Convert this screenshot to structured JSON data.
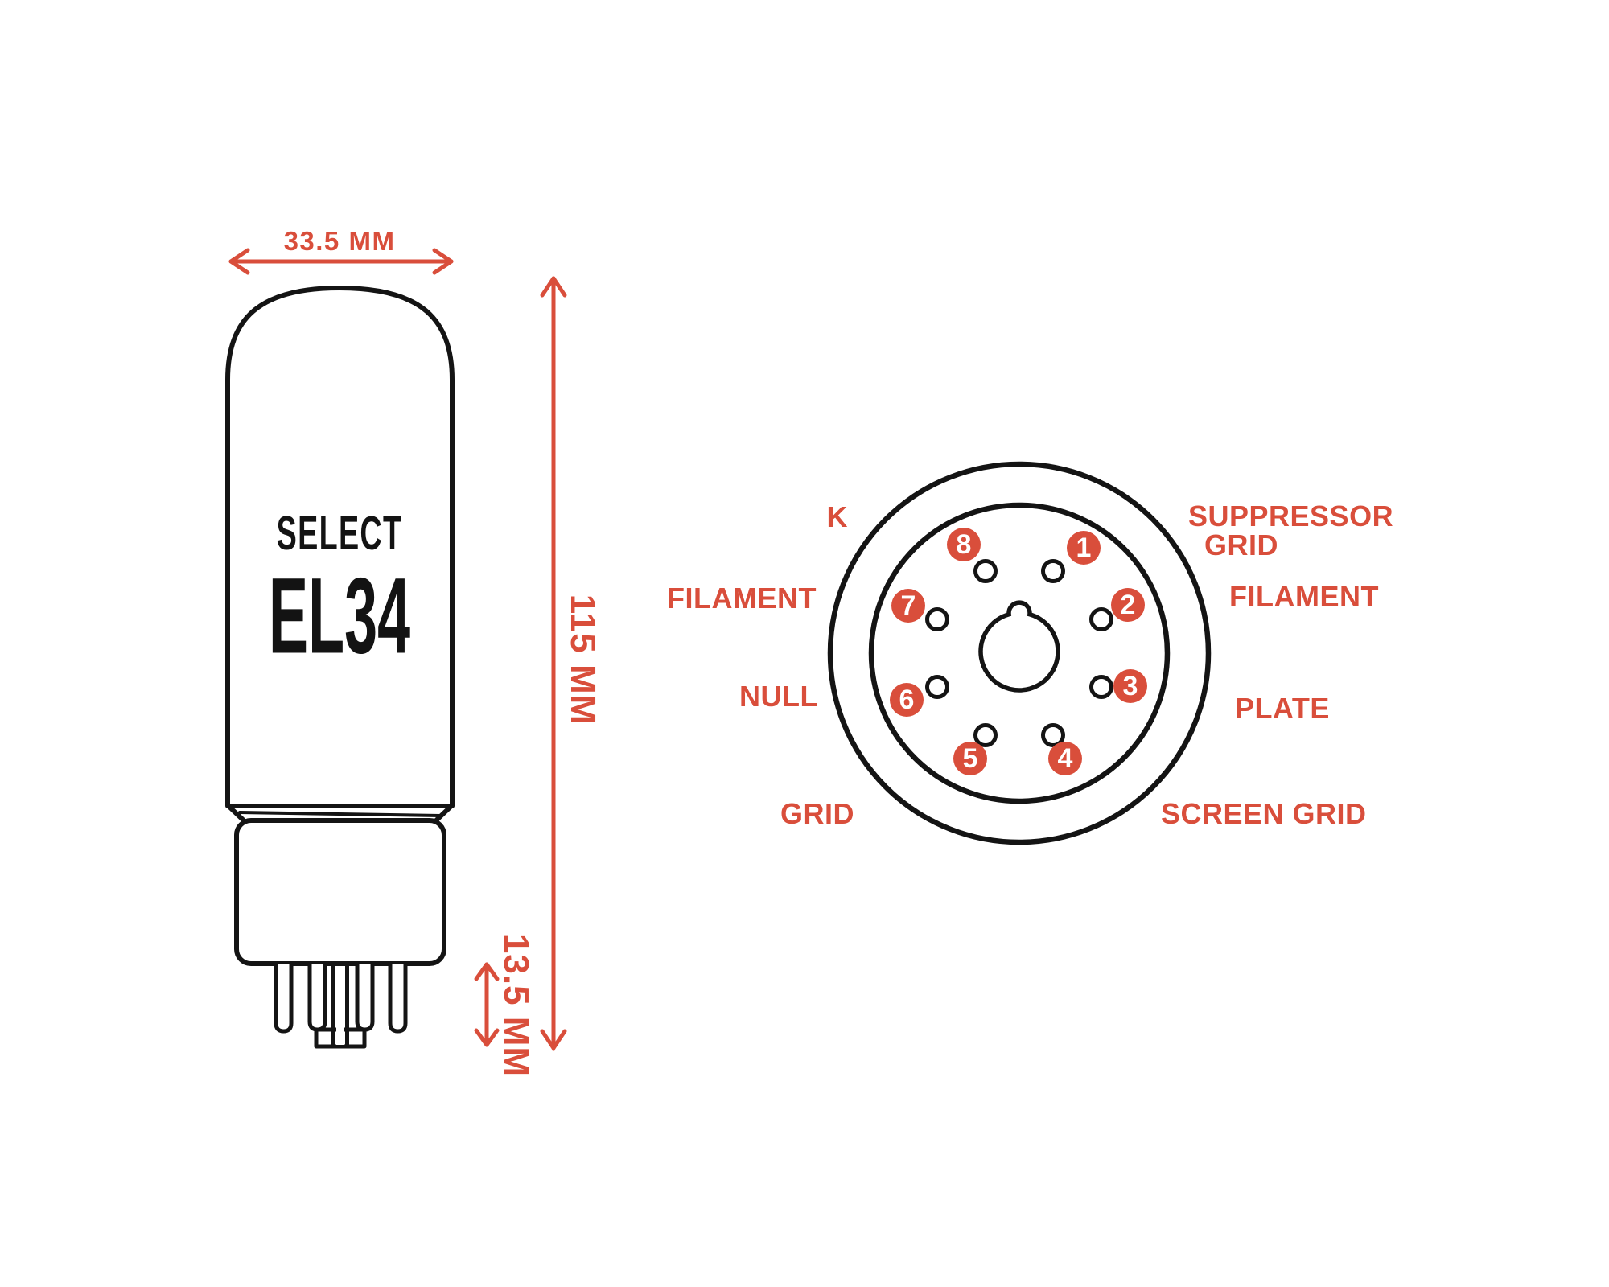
{
  "title": "SELECT EL34 tube dimensions and octal base pinout",
  "colors": {
    "accent_red": "#D94E3B",
    "ink": "#141414",
    "background": "#FFFFFF"
  },
  "tube": {
    "brand_label": "SELECT",
    "model_label": "EL34"
  },
  "dimensions": {
    "bulb_diameter": "33.5 MM",
    "overall_height": "115 MM",
    "pin_length": "13.5 MM"
  },
  "pinout": {
    "pins": [
      {
        "number": "1",
        "function": "SUPPRESSOR GRID"
      },
      {
        "number": "2",
        "function": "FILAMENT"
      },
      {
        "number": "3",
        "function": "PLATE"
      },
      {
        "number": "4",
        "function": "SCREEN GRID"
      },
      {
        "number": "5",
        "function": "GRID"
      },
      {
        "number": "6",
        "function": "NULL"
      },
      {
        "number": "7",
        "function": "FILAMENT"
      },
      {
        "number": "8",
        "function": "K"
      }
    ],
    "labels": {
      "k": "K",
      "suppressor_grid_line1": "SUPPRESSOR",
      "suppressor_grid_line2": "GRID",
      "filament_left": "FILAMENT",
      "filament_right": "FILAMENT",
      "null": "NULL",
      "plate": "PLATE",
      "grid": "GRID",
      "screen_grid": "SCREEN GRID"
    }
  }
}
